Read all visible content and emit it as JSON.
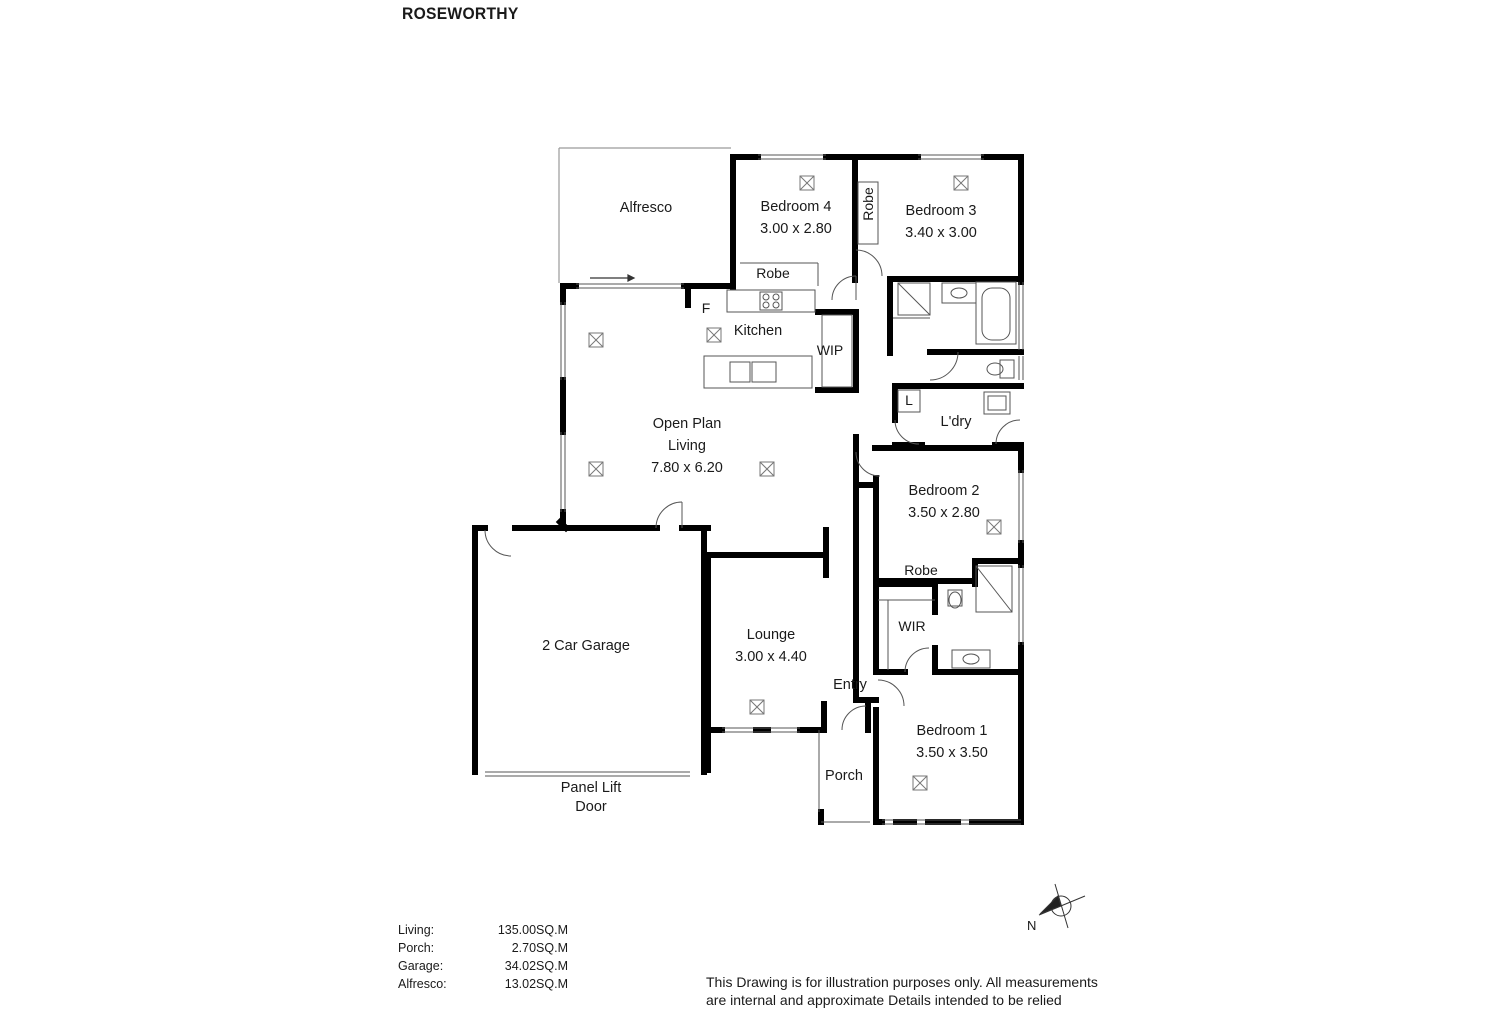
{
  "title": "ROSEWORTHY",
  "rooms": {
    "alfresco": {
      "name": "Alfresco"
    },
    "bedroom4": {
      "name": "Bedroom 4",
      "dims": "3.00 x 2.80"
    },
    "bedroom3": {
      "name": "Bedroom 3",
      "dims": "3.40 x 3.00"
    },
    "robe_b4": {
      "name": "Robe"
    },
    "robe_b3": {
      "name": "Robe"
    },
    "fridge": {
      "name": "F"
    },
    "kitchen": {
      "name": "Kitchen"
    },
    "wip": {
      "name": "WIP"
    },
    "linen": {
      "name": "L"
    },
    "laundry": {
      "name": "L'dry"
    },
    "living": {
      "name_line1": "Open Plan",
      "name_line2": "Living",
      "dims": "7.80 x 6.20"
    },
    "bedroom2": {
      "name": "Bedroom 2",
      "dims": "3.50 x 2.80"
    },
    "robe_b2": {
      "name": "Robe"
    },
    "wir": {
      "name": "WIR"
    },
    "garage": {
      "name": "2 Car Garage"
    },
    "lounge": {
      "name": "Lounge",
      "dims": "3.00 x 4.40"
    },
    "entry": {
      "name": "Entry"
    },
    "bedroom1": {
      "name": "Bedroom 1",
      "dims": "3.50 x 3.50"
    },
    "porch": {
      "name": "Porch"
    },
    "garage_door": {
      "line1": "Panel Lift",
      "line2": "Door"
    }
  },
  "areas": [
    {
      "label": "Living:",
      "value": "135.00SQ.M"
    },
    {
      "label": "Porch:",
      "value": "2.70SQ.M"
    },
    {
      "label": "Garage:",
      "value": "34.02SQ.M"
    },
    {
      "label": "Alfresco:",
      "value": "13.02SQ.M"
    }
  ],
  "compass": {
    "label": "N",
    "icon": "north-arrow-icon"
  },
  "disclaimer": {
    "line1": "This Drawing is for illustration purposes only. All measurements",
    "line2": "are internal and approximate Details intended to be relied"
  },
  "colors": {
    "wall": "#000000",
    "fixture": "#8a8a8a",
    "background": "#ffffff"
  }
}
